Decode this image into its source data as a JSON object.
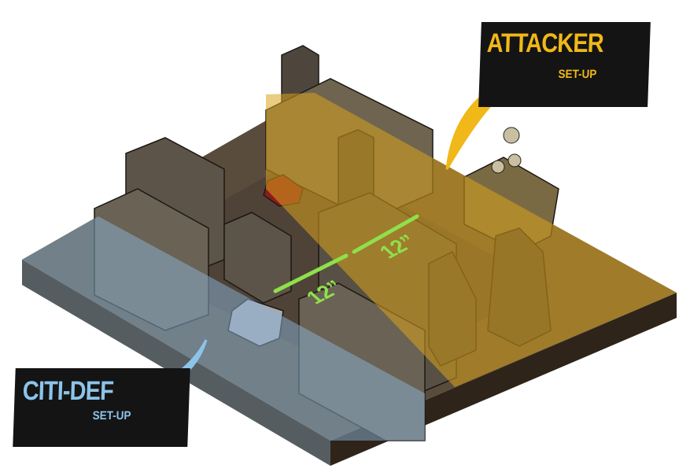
{
  "attacker": {
    "title": "ATTACKER",
    "subtitle": "SET-UP",
    "color": "#f0b818"
  },
  "citidef": {
    "title": "CITI-DEF",
    "subtitle": "SET-UP",
    "color": "#8cc4ea"
  },
  "ranges": [
    {
      "label": "12”"
    },
    {
      "label": "12”"
    }
  ],
  "colors": {
    "board": "#5a4c3c",
    "board_side": "#3a2e22",
    "attacker_zone": "#d9a21c",
    "defender_zone": "#8ab4d6",
    "range_line": "#8fe04a"
  }
}
